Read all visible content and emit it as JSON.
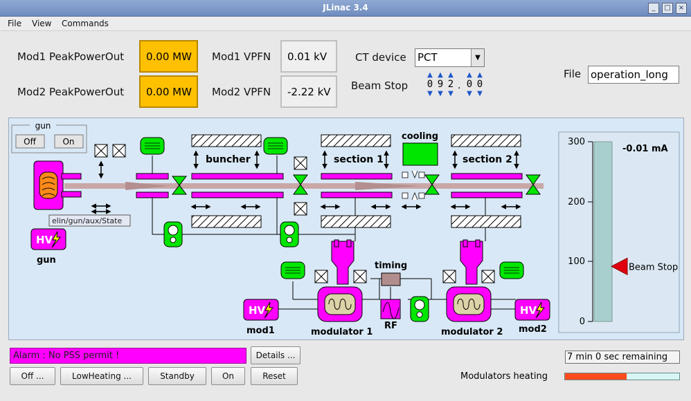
{
  "window": {
    "title": "JLinac 3.4"
  },
  "menu": [
    "File",
    "View",
    "Commands"
  ],
  "readouts": {
    "mod1_peak_label": "Mod1 PeakPowerOut",
    "mod1_peak_value": "0.00 MW",
    "mod2_peak_label": "Mod2 PeakPowerOut",
    "mod2_peak_value": "0.00 MW",
    "mod1_vpfn_label": "Mod1 VPFN",
    "mod1_vpfn_value": "0.01 kV",
    "mod2_vpfn_label": "Mod2 VPFN",
    "mod2_vpfn_value": "-2.22 kV"
  },
  "ct": {
    "label": "CT device",
    "selected": "PCT"
  },
  "beam_stop": {
    "label": "Beam Stop",
    "digits": [
      "0",
      "9",
      "2",
      "0",
      "0"
    ],
    "separator": "."
  },
  "file": {
    "label": "File",
    "value": "operation_long"
  },
  "synoptic": {
    "gun_panel": {
      "title": "gun",
      "off": "Off",
      "on": "On"
    },
    "tooltip": "elin/gun/aux/State",
    "hv_label": "HV",
    "labels": {
      "gun": "gun",
      "buncher": "buncher",
      "section1": "section 1",
      "section2": "section 2",
      "cooling": "cooling",
      "timing": "timing",
      "rf": "RF",
      "mod1": "mod1",
      "mod2": "mod2",
      "modulator1": "modulator 1",
      "modulator2": "modulator 2"
    },
    "gauge": {
      "ticks": [
        "300",
        "200",
        "100",
        "0"
      ],
      "reading": "-0.01 mA",
      "marker_label": "Beam Stop",
      "marker_value": 92
    }
  },
  "status": {
    "alarm": "Alarm : No PSS permit !",
    "details": "Details ...",
    "timer": "7 min 0 sec  remaining",
    "heating_label": "Modulators heating",
    "heating_fraction": 0.54
  },
  "buttons": {
    "off": "Off ...",
    "lowheating": "LowHeating ...",
    "standby": "Standby",
    "on": "On",
    "reset": "Reset"
  }
}
